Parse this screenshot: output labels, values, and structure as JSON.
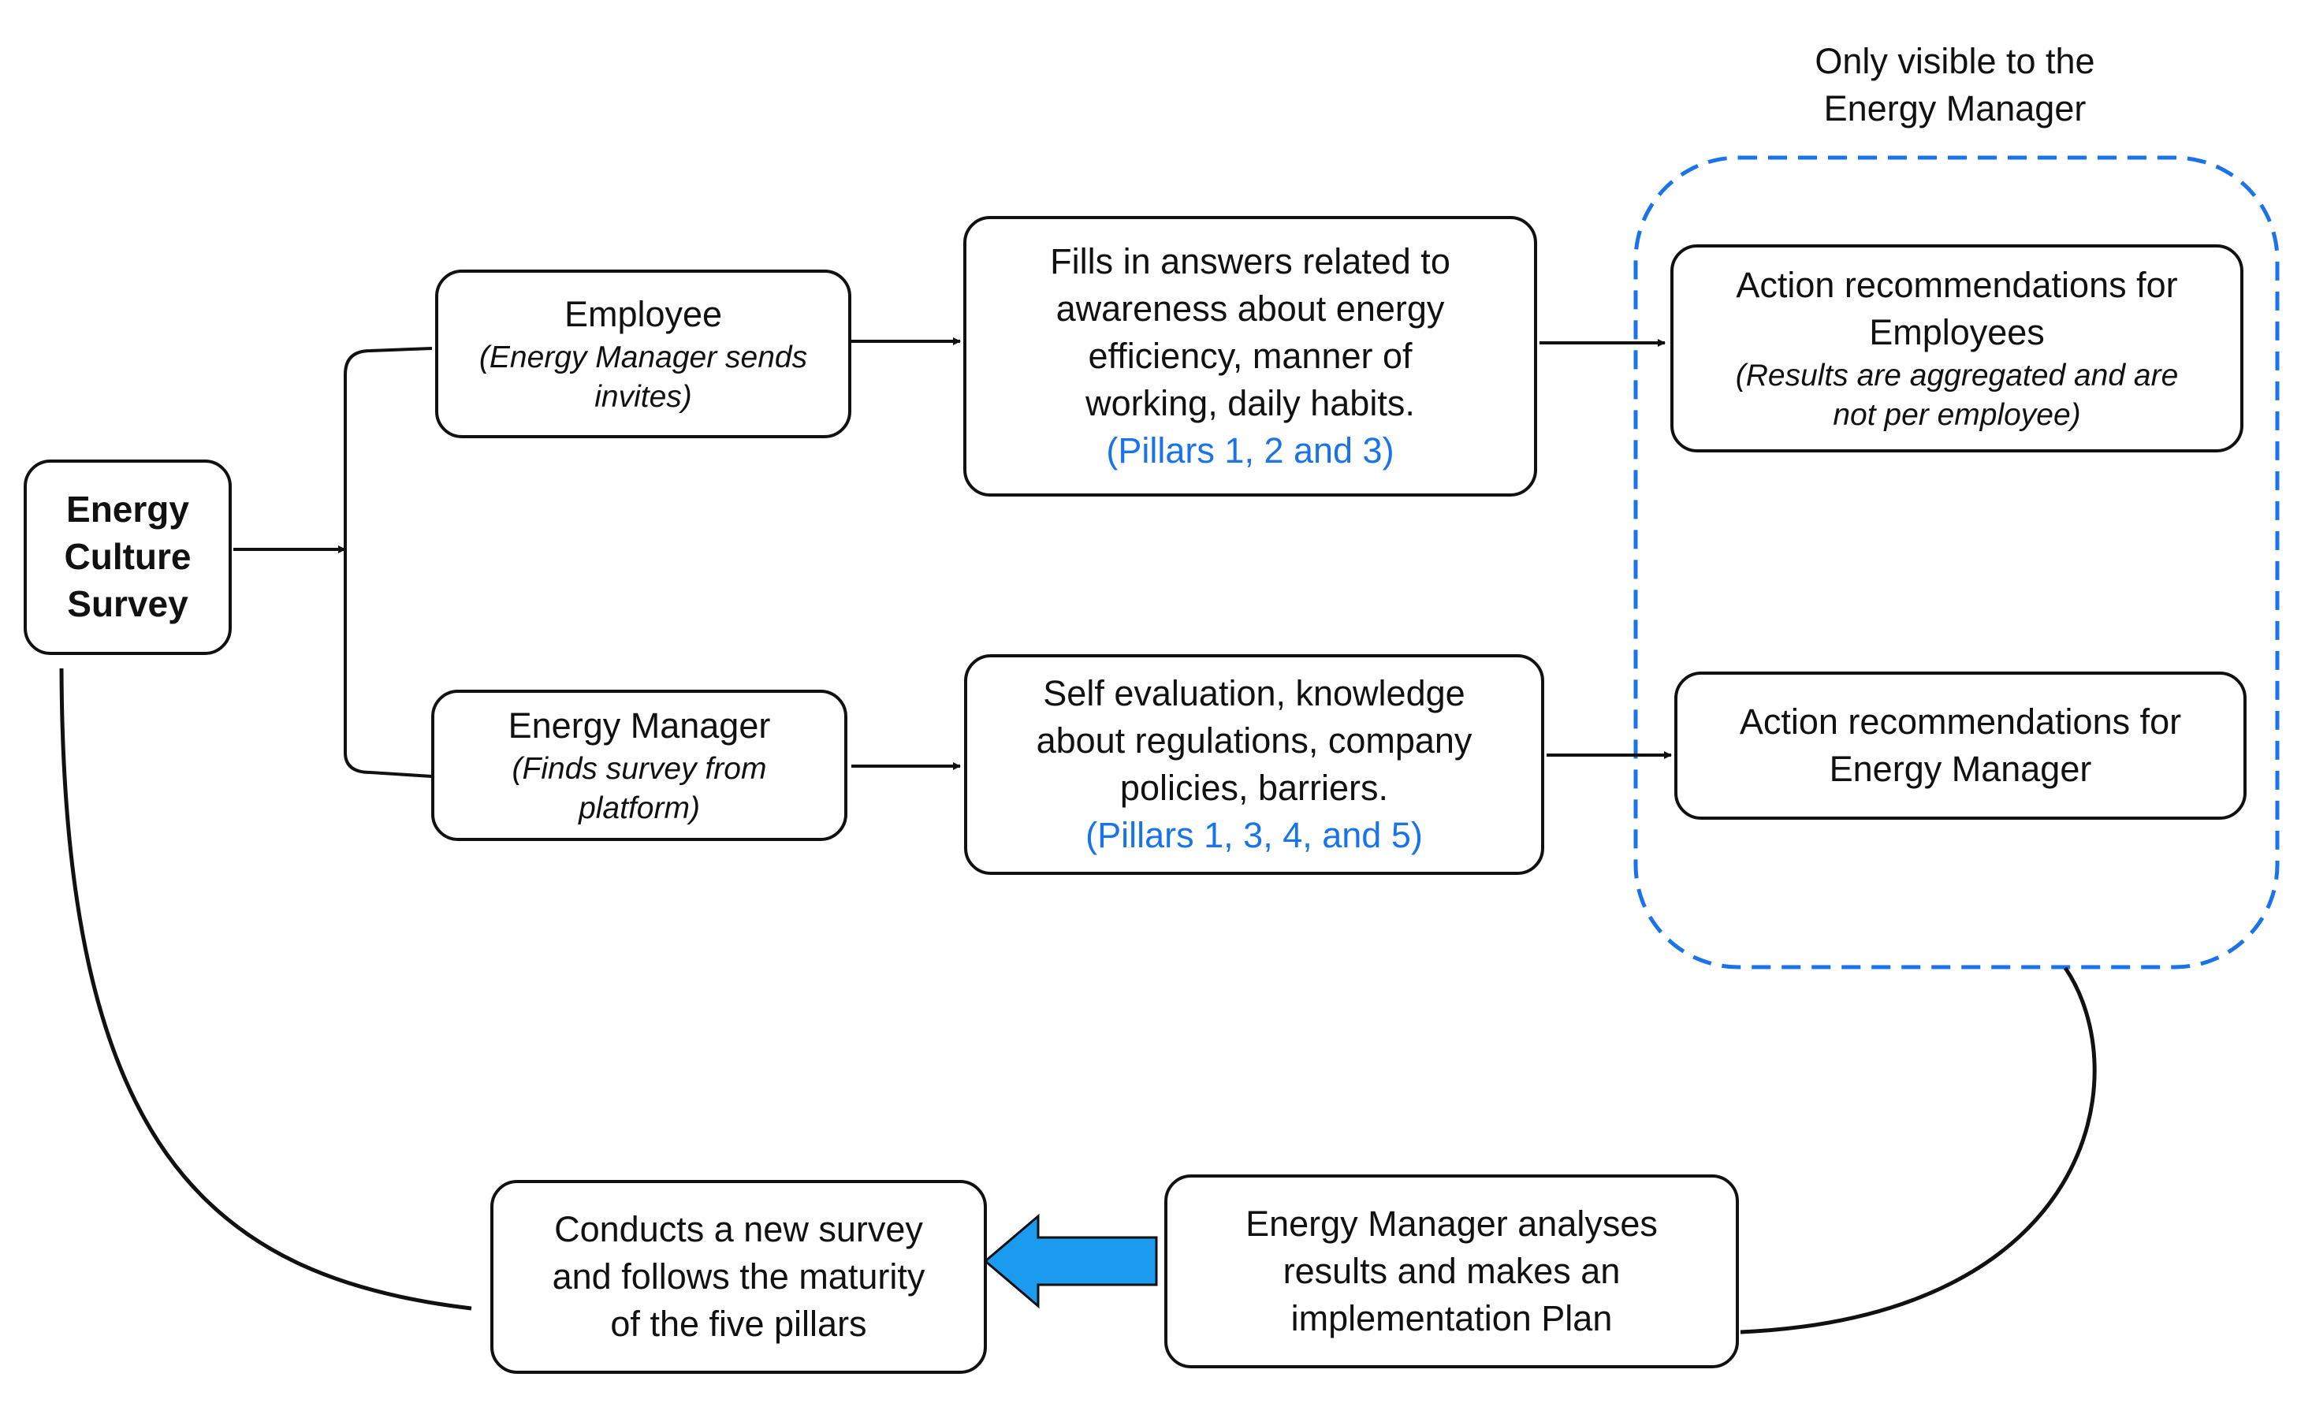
{
  "survey": {
    "lines": [
      "Energy",
      "Culture",
      "Survey"
    ]
  },
  "employee": {
    "title": "Employee",
    "note_lines": [
      "(Energy Manager sends",
      "invites)"
    ]
  },
  "energy_manager": {
    "title": "Energy Manager",
    "note_lines": [
      "(Finds survey from",
      "platform)"
    ]
  },
  "employee_answers": {
    "lines": [
      "Fills in answers related to",
      "awareness about energy",
      "efficiency, manner of",
      "working, daily habits."
    ],
    "pillars": "(Pillars 1, 2 and 3)"
  },
  "manager_answers": {
    "lines": [
      "Self evaluation, knowledge",
      "about regulations, company",
      "policies, barriers."
    ],
    "pillars": "(Pillars 1, 3, 4, and 5)"
  },
  "visibility_note": {
    "lines": [
      "Only visible to the",
      "Energy Manager"
    ]
  },
  "rec_employees": {
    "lines": [
      "Action recommendations for",
      "Employees"
    ],
    "note_lines": [
      "(Results are aggregated and are",
      "not per employee)"
    ]
  },
  "rec_manager": {
    "lines": [
      "Action recommendations for",
      "Energy Manager"
    ]
  },
  "analysis": {
    "lines": [
      "Energy Manager analyses",
      "results and makes an",
      "implementation Plan"
    ]
  },
  "new_survey": {
    "lines": [
      "Conducts a new survey",
      "and follows the maturity",
      "of the five pillars"
    ]
  },
  "colors": {
    "accent_blue": "#1a73e8",
    "arrow_fill": "#1a9bf0",
    "stroke": "#111111"
  }
}
